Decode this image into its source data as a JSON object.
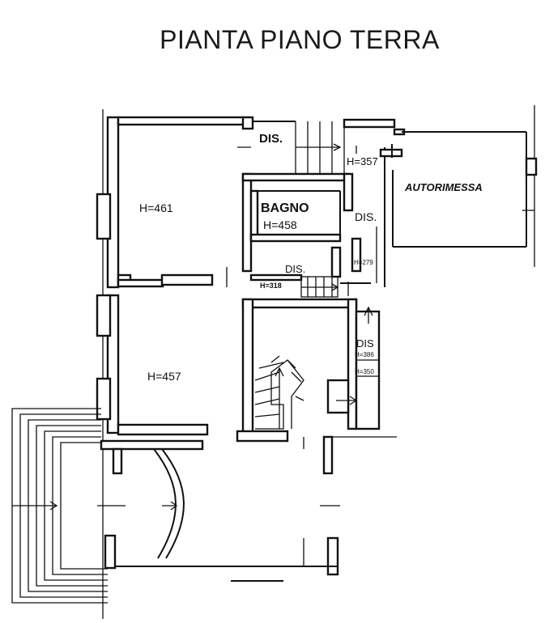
{
  "plan": {
    "title": "PIANTA PIANO TERRA",
    "rooms": {
      "room_top_left": "H=461",
      "room_bottom_left": "H=457",
      "bagno_name": "BAGNO",
      "bagno_height": "H=458",
      "garage": "AUTORIMESSA"
    },
    "labels": {
      "dis_top": "DIS.",
      "h_357": "H=357",
      "dis_right": "DIS.",
      "h_279": "H=279",
      "dis_mid": "DIS.",
      "h_318": "H=318",
      "dis_lower": "DIS",
      "h_386": "H=386",
      "h_350": "H=350"
    }
  }
}
